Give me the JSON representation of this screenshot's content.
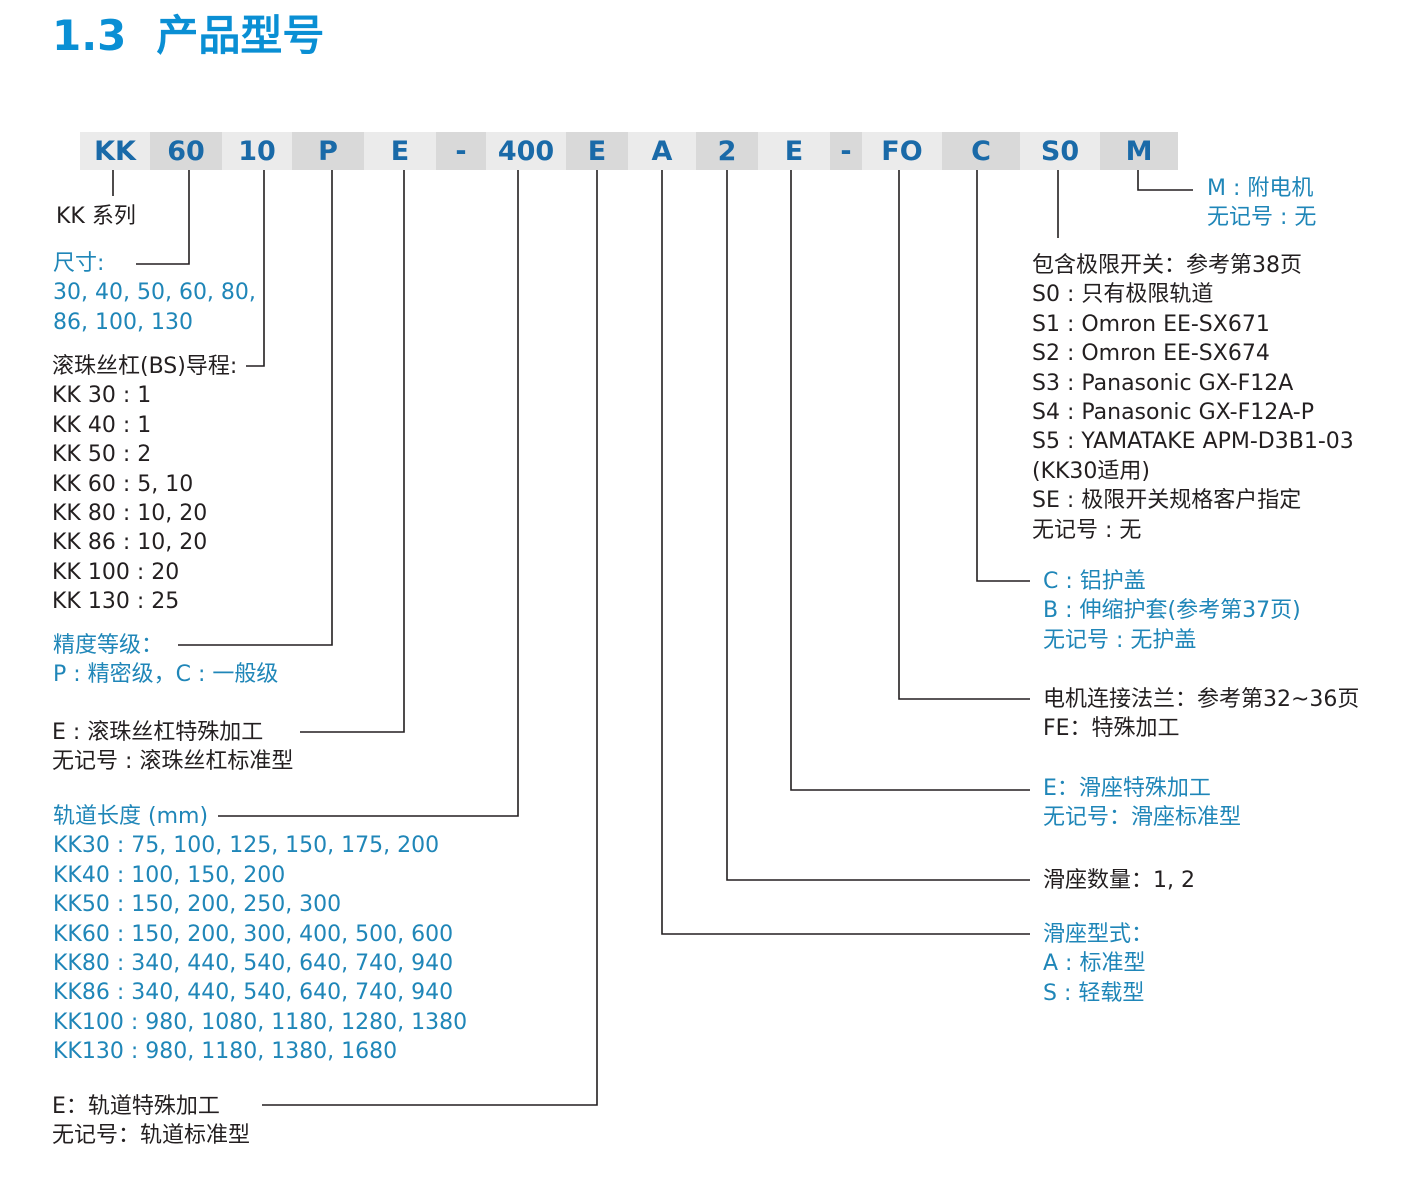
{
  "title": {
    "number": "1.3",
    "text": "产品型号"
  },
  "code": [
    {
      "label": "KK"
    },
    {
      "label": "60"
    },
    {
      "label": "10"
    },
    {
      "label": "P"
    },
    {
      "label": "E"
    },
    {
      "label": "-"
    },
    {
      "label": "400"
    },
    {
      "label": "E"
    },
    {
      "label": "A"
    },
    {
      "label": "2"
    },
    {
      "label": "E"
    },
    {
      "label": "-"
    },
    {
      "label": "FO"
    },
    {
      "label": "C"
    },
    {
      "label": "S0"
    },
    {
      "label": "M"
    }
  ],
  "colors": {
    "title": "#0a8fd4",
    "code_text": "#1a6aa8",
    "blue_text": "#1f86b8",
    "black_text": "#231f20",
    "line": "#231f20"
  },
  "left": {
    "series": {
      "lines": [
        "KK 系列"
      ]
    },
    "size": {
      "lines": [
        "尺寸:",
        "30, 40, 50, 60, 80,",
        "86, 100, 130"
      ]
    },
    "lead": {
      "lines": [
        "滚珠丝杠(BS)导程:",
        "KK 30 : 1",
        "KK 40 : 1",
        "KK 50 : 2",
        "KK 60 :  5, 10",
        "KK 80 : 10, 20",
        "KK 86 :  10, 20",
        "KK 100 :  20",
        "KK 130 :  25"
      ]
    },
    "precision": {
      "lines": [
        "精度等级：",
        "P : 精密级，C : 一般级"
      ]
    },
    "bs_special": {
      "lines": [
        "E : 滚珠丝杠特殊加工",
        "无记号 : 滚珠丝杠标准型"
      ]
    },
    "rail_length": {
      "lines": [
        "轨道长度 (mm)",
        "KK30 : 75, 100, 125, 150, 175, 200",
        "KK40 : 100, 150, 200",
        "KK50 : 150, 200, 250, 300",
        "KK60 : 150, 200, 300,  400,  500, 600",
        "KK80 : 340, 440, 540, 640, 740, 940",
        "KK86 : 340, 440, 540, 640, 740, 940",
        "KK100 : 980, 1080, 1180, 1280, 1380",
        "KK130 : 980, 1180, 1380, 1680"
      ]
    },
    "rail_special": {
      "lines": [
        "E：轨道特殊加工",
        "无记号：轨道标准型"
      ]
    }
  },
  "right": {
    "motor": {
      "lines": [
        "M : 附电机",
        "无记号 : 无"
      ]
    },
    "limit_switch": {
      "lines": [
        "包含极限开关：参考第38页",
        "S0 :  只有极限轨道",
        "S1 :  Omron EE-SX671",
        "S2 :  Omron EE-SX674",
        "S3 :  Panasonic GX-F12A",
        "S4 :  Panasonic GX-F12A-P",
        "S5 :  YAMATAKE APM-D3B1-03",
        "       (KK30适用)",
        "SE :  极限开关规格客户指定",
        "无记号 : 无"
      ]
    },
    "cover": {
      "lines": [
        "C :  铝护盖",
        "B :  伸缩护套(参考第37页)",
        "无记号 :  无护盖"
      ]
    },
    "flange": {
      "lines": [
        "电机连接法兰：参考第32~36页",
        "FE：特殊加工"
      ]
    },
    "slider_special": {
      "lines": [
        "E：滑座特殊加工",
        "无记号：滑座标准型"
      ]
    },
    "slider_qty": {
      "lines": [
        "滑座数量：1, 2"
      ]
    },
    "slider_type": {
      "lines": [
        "滑座型式：",
        "A : 标准型",
        "S : 轻载型"
      ]
    }
  }
}
